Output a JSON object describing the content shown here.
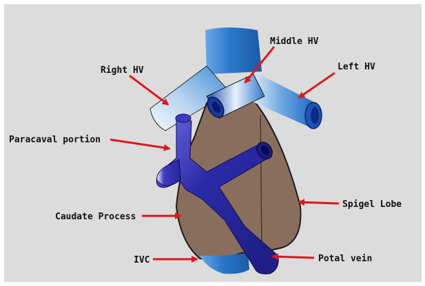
{
  "diagram": {
    "labels": {
      "right_hv": "Right HV",
      "middle_hv": "Middle HV",
      "left_hv": "Left HV",
      "paracaval_portion": "Paracaval portion",
      "caudate_process": "Caudate Process",
      "spigel_lobe": "Spigel Lobe",
      "ivc": "IVC",
      "potal_vein": "Potal vein"
    },
    "colors": {
      "background": "#dcdcdc",
      "arrow": "#e0161c",
      "lobe": "#7a5a48",
      "ivc_vein": "#2a78c8",
      "portal_vein": "#2a2aa0",
      "outline": "#1a1a1a"
    }
  }
}
